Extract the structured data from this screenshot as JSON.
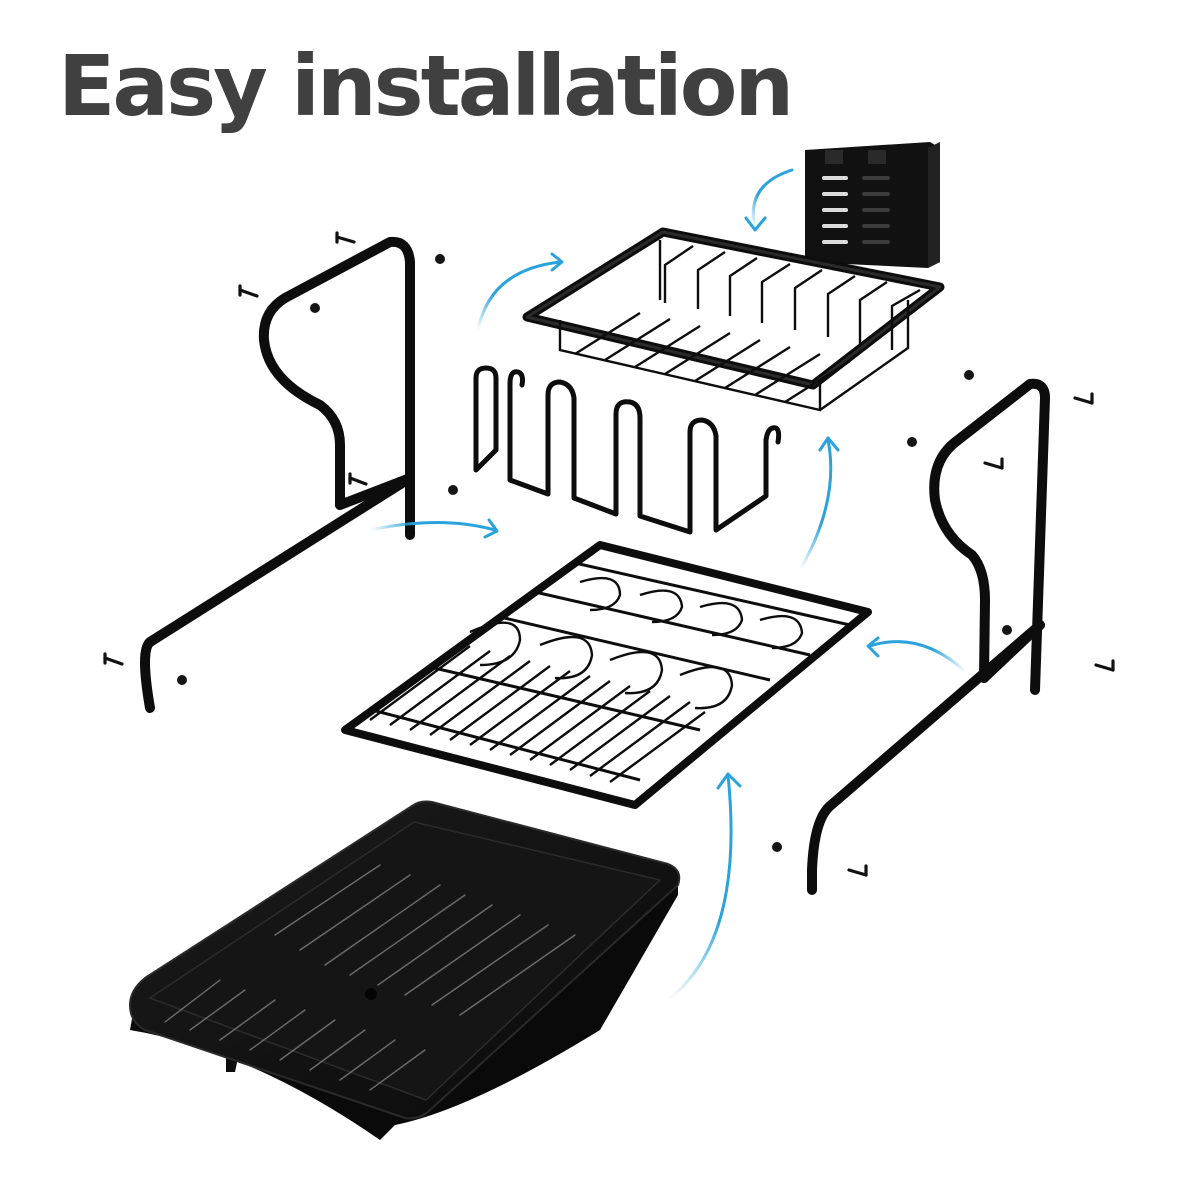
{
  "header": {
    "title": "Easy installation"
  },
  "colors": {
    "title": "#404040",
    "metal": "#0d0d0d",
    "arrow": "#2aa3dc",
    "background": "#ffffff"
  },
  "diagram": {
    "type": "exploded-assembly",
    "parts": [
      {
        "id": "utensil-holder",
        "label": "Utensil holder"
      },
      {
        "id": "upper-basket",
        "label": "Upper wire basket"
      },
      {
        "id": "cup-hook-rail",
        "label": "Cup hook rail"
      },
      {
        "id": "left-side-frame",
        "label": "Left side frame"
      },
      {
        "id": "right-side-frame",
        "label": "Right side frame"
      },
      {
        "id": "dish-grid",
        "label": "Dish drying grid"
      },
      {
        "id": "drip-tray",
        "label": "Drip tray with spout"
      },
      {
        "id": "screws",
        "label": "Screws",
        "count": 8
      },
      {
        "id": "nuts",
        "label": "Nuts",
        "count": 8
      }
    ],
    "arrows": 6
  }
}
